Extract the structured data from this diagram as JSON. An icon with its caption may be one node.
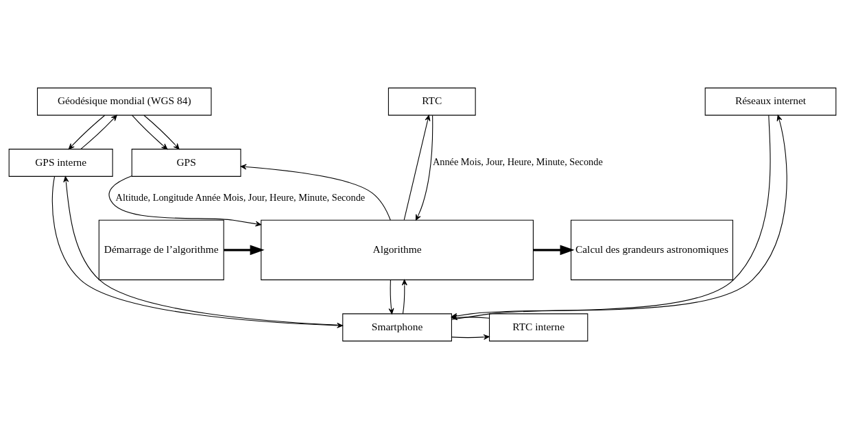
{
  "diagram": {
    "nodes": [
      {
        "text": [
          "Géodésique mondial (WGS 84)"
        ]
      },
      {
        "text": [
          "Réseaux internet"
        ]
      },
      {
        "text": [
          "RTC"
        ]
      },
      {
        "text": [
          "GPS"
        ]
      },
      {
        "text": [
          "GPS interne"
        ]
      },
      {
        "text": [
          "RTC interne"
        ]
      },
      {
        "text": [
          "Smartphone"
        ]
      },
      {
        "text": [
          "Démarrage de l’algorithme"
        ]
      },
      {
        "text": [
          "Algorithme"
        ]
      },
      {
        "text": [
          "Calcul des grandeurs astronomiques"
        ]
      }
    ],
    "edges": [
      {
        "from": 0,
        "to": 3,
        "arrow": "to"
      },
      {
        "from": 0,
        "to": 3,
        "arrow": "to"
      },
      {
        "from": 8,
        "to": 3,
        "arrow": "to"
      },
      {
        "from": 3,
        "to": 8,
        "arrow": "to",
        "label": "Altitude, Longitude Année Mois, Jour, Heure, Minute, Seconde"
      },
      {
        "from": 4,
        "to": 0,
        "arrow": "to"
      },
      {
        "from": 0,
        "to": 4,
        "arrow": "to"
      },
      {
        "from": 6,
        "to": 4,
        "arrow": "to"
      },
      {
        "from": 4,
        "to": 6,
        "arrow": "to"
      },
      {
        "from": 6,
        "to": 1,
        "arrow": "to"
      },
      {
        "from": 1,
        "to": 6,
        "arrow": "to"
      },
      {
        "from": 6,
        "to": 5,
        "arrow": "to"
      },
      {
        "from": 5,
        "to": 6,
        "arrow": "to"
      },
      {
        "from": 8,
        "to": 6,
        "arrow": "to"
      },
      {
        "from": 6,
        "to": 8,
        "arrow": "to"
      },
      {
        "from": 2,
        "to": 8,
        "arrow": "to",
        "label": "Année Mois, Jour, Heure, Minute, Seconde"
      },
      {
        "from": 8,
        "to": 2,
        "arrow": "to"
      },
      {
        "from": 7,
        "to": 8,
        "arrow": "to",
        "style": "thick"
      },
      {
        "from": 8,
        "to": 9,
        "arrow": "to",
        "style": "thick"
      }
    ]
  }
}
